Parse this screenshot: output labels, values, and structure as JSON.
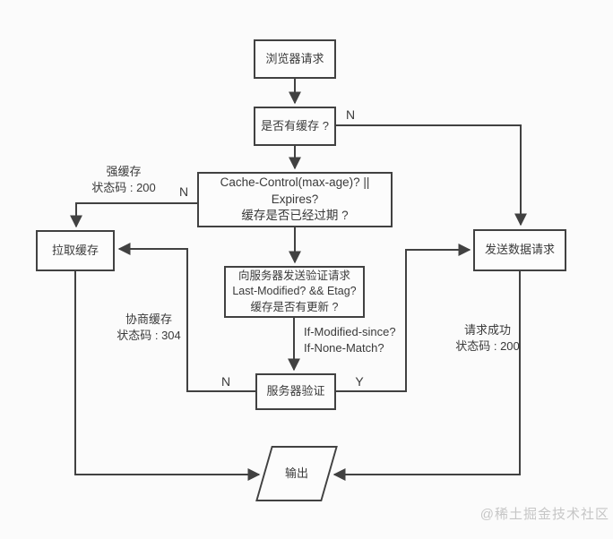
{
  "diagram": {
    "type": "flowchart",
    "topic": "browser-http-cache-flow",
    "nodes": {
      "browser_request": {
        "label": "浏览器请求",
        "shape": "rect"
      },
      "has_cache": {
        "label": "是否有缓存 ?",
        "shape": "rect"
      },
      "cache_control": {
        "shape": "rect",
        "lines": [
          "Cache-Control(max-age)? || Expires?",
          "缓存是否已经过期 ?"
        ]
      },
      "pull_cache": {
        "label": "拉取缓存",
        "shape": "rect"
      },
      "send_request": {
        "label": "发送数据请求",
        "shape": "rect"
      },
      "validate_request": {
        "shape": "rect",
        "lines": [
          "向服务器发送验证请求",
          "Last-Modified? && Etag?",
          "缓存是否有更新 ?"
        ]
      },
      "server_validate": {
        "label": "服务器验证",
        "shape": "rect"
      },
      "output": {
        "label": "输出",
        "shape": "parallelogram"
      }
    },
    "edge_labels": {
      "has_cache_no": "N",
      "cache_expired_no": "N",
      "server_validate_no": "N",
      "server_validate_yes": "Y",
      "strong_cache": {
        "line1": "强缓存",
        "line2": "状态码 : 200"
      },
      "negotiated_cache": {
        "line1": "协商缓存",
        "line2": "状态码 : 304"
      },
      "conditional_headers": {
        "line1": "If-Modified-since?",
        "line2": "If-None-Match?"
      },
      "request_success": {
        "line1": "请求成功",
        "line2": "状态码 : 200"
      }
    },
    "colors": {
      "background": "#fbfbfb",
      "line": "#414141",
      "text": "#3a3a3a",
      "watermark": "#c6c6c6"
    },
    "watermark": "@稀土掘金技术社区"
  }
}
